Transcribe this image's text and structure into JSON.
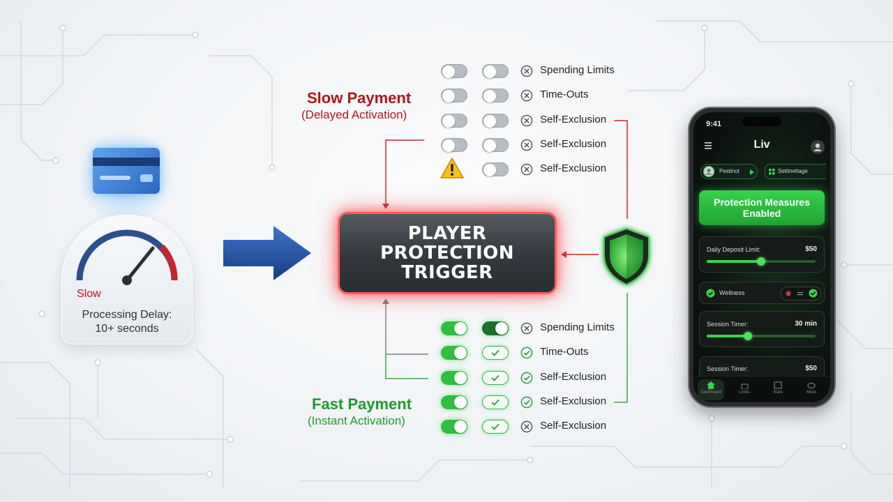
{
  "slow_section": {
    "title": "Slow Payment",
    "subtitle": "(Delayed Activation)"
  },
  "fast_section": {
    "title": "Fast Payment",
    "subtitle": "(Instant Activation)"
  },
  "trigger": {
    "line1": "PLAYER",
    "line2": "PROTECTION",
    "line3": "TRIGGER"
  },
  "gauge": {
    "speed_label": "Slow",
    "line1": "Processing Delay:",
    "line2": "10+ seconds"
  },
  "slow_rows": [
    {
      "label": "Spending Limits",
      "first": "toggle-off",
      "second": "toggle-off",
      "status": "x"
    },
    {
      "label": "Time-Outs",
      "first": "toggle-off",
      "second": "toggle-off",
      "status": "x"
    },
    {
      "label": "Self-Exclusion",
      "first": "toggle-off",
      "second": "toggle-off",
      "status": "x"
    },
    {
      "label": "Self-Exclusion",
      "first": "toggle-off",
      "second": "toggle-off",
      "status": "x"
    },
    {
      "label": "Self-Exclusion",
      "first": "warning",
      "second": "toggle-off",
      "status": "x"
    }
  ],
  "fast_rows": [
    {
      "label": "Spending Limits",
      "first": "toggle-on",
      "second": "toggle-on-dark",
      "status": "x"
    },
    {
      "label": "Time-Outs",
      "first": "toggle-on",
      "second": "check",
      "status": "check"
    },
    {
      "label": "Self-Exclusion",
      "first": "toggle-on",
      "second": "check",
      "status": "check"
    },
    {
      "label": "Self-Exclusion",
      "first": "toggle-on",
      "second": "check",
      "status": "check"
    },
    {
      "label": "Self-Exclusion",
      "first": "toggle-on",
      "second": "check",
      "status": "x"
    }
  ],
  "phone": {
    "time": "9:41",
    "app_title": "Liv",
    "chip_left": "Pestinot",
    "chip_right": "Settinettage",
    "banner_line1": "Protection Measures",
    "banner_line2": "Enabled",
    "deposit": {
      "label": "Daily Deposit Limit:",
      "value": "$50",
      "level": 0.5
    },
    "wellness": {
      "label": "Wellness"
    },
    "session": {
      "label": "Session Timer:",
      "value": "30 min",
      "level": 0.38
    },
    "session2": {
      "label": "Session Timer:",
      "value": "$50"
    },
    "nav": [
      "Dashboard",
      "Limits",
      "Stats",
      "More"
    ]
  },
  "colors": {
    "slow_red": "#b4141c",
    "fast_green": "#1e9a2e",
    "toggle_on": "#2fbf3f",
    "toggle_off": "#b9bdc2",
    "trigger_glow": "#ff5c5c",
    "arrow_blue": "#1f4f9e",
    "shield_green": "#2ecc40"
  },
  "icons": {
    "slow_status": "x-circle-icon",
    "fast_status": "check-circle-icon",
    "warning": "warning-triangle-icon",
    "shield": "shield-icon",
    "card": "credit-card-icon",
    "gauge": "speedometer-icon"
  }
}
